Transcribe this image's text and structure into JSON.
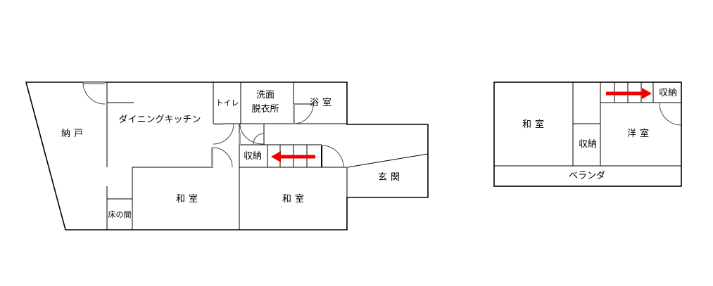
{
  "document": {
    "type": "floorplan",
    "background": "#ffffff"
  },
  "colors": {
    "wall": "#000000",
    "arrow": "#ee0000",
    "door_leaf": "#a0a0a0"
  },
  "floor1": {
    "rooms": {
      "nando": "納戸",
      "dining_kitchen": "ダイニングキッチン",
      "toilet": "トイレ",
      "washroom_line1": "洗面",
      "washroom_line2": "脱衣所",
      "bathroom": "浴室",
      "closet": "収納",
      "genkan": "玄関",
      "washitsu_left": "和室",
      "washitsu_right": "和室",
      "tokonoma": "床の間"
    },
    "stairs": {
      "arrow_direction": "left",
      "tread_count": 4
    }
  },
  "floor2": {
    "rooms": {
      "washitsu": "和室",
      "closet_middle": "収納",
      "youshitsu": "洋室",
      "closet_top_right": "収納",
      "veranda": "ベランダ"
    },
    "stairs": {
      "arrow_direction": "right",
      "tread_count": 4
    }
  }
}
